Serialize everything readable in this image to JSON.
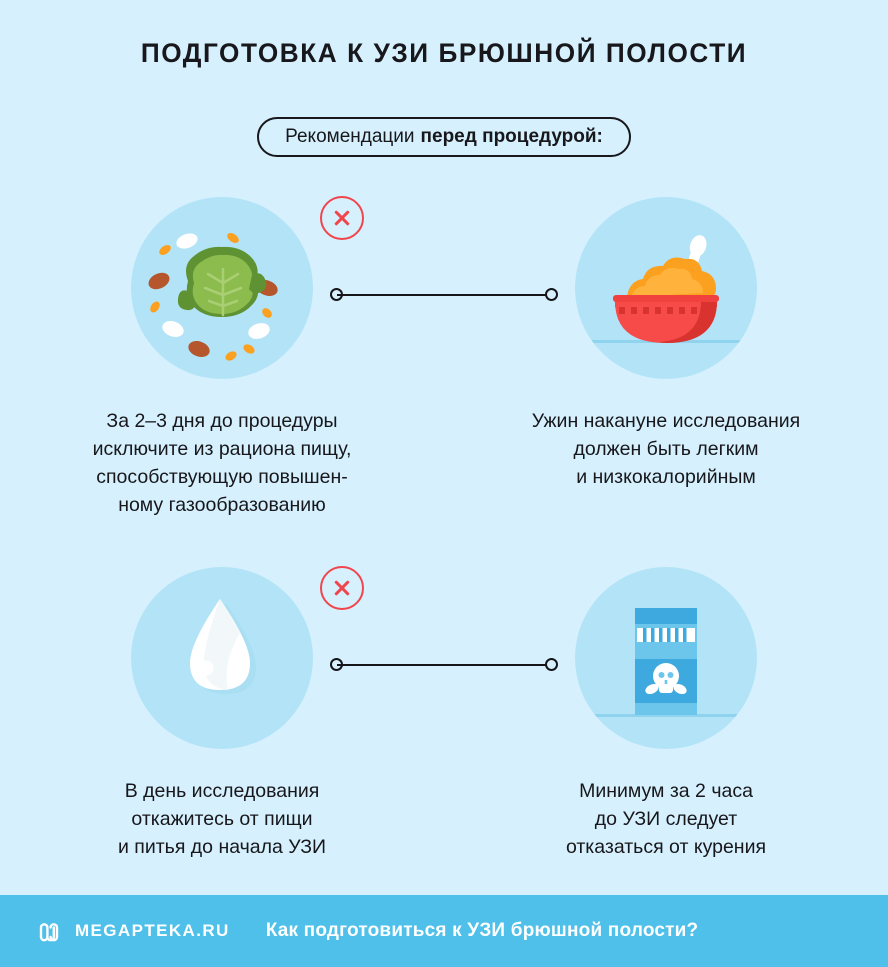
{
  "header": {
    "title": "ПОДГОТОВКА К УЗИ БРЮШНОЙ ПОЛОСТИ",
    "subtitle_plain": "Рекомендации",
    "subtitle_bold": "перед процедурой:"
  },
  "items": [
    {
      "icon": "cabbage-and-beans-icon",
      "forbidden": true,
      "caption": "За 2–3 дня до процедуры\nисключите из рациона пищу,\nспособствующую повышен-\nному газообразованию"
    },
    {
      "icon": "bowl-of-porridge-icon",
      "forbidden": false,
      "caption": "Ужин накануне исследования\nдолжен быть легким\nи низкокалорийным"
    },
    {
      "icon": "water-droplet-icon",
      "forbidden": true,
      "caption": "В день исследования\nоткажитесь от пищи\nи питья до начала УЗИ"
    },
    {
      "icon": "cigarette-pack-icon",
      "forbidden": true,
      "caption": "Минимум за 2 часа\nдо УЗИ следует\nотказаться от курения"
    }
  ],
  "footer": {
    "brand": "MEGAPTEKA.RU",
    "text": "Как подготовиться к УЗИ брюшной полости?"
  },
  "colors": {
    "background": "#d6f1fd",
    "circle": "#b3e3f7",
    "footer": "#4ec0e9",
    "forbidden": "#f0454c",
    "ink": "#17171c",
    "bowl": "#f0413f",
    "porridge": "#fba01f",
    "cabbage": "#8cbb4e",
    "pack": "#3ea9de"
  }
}
